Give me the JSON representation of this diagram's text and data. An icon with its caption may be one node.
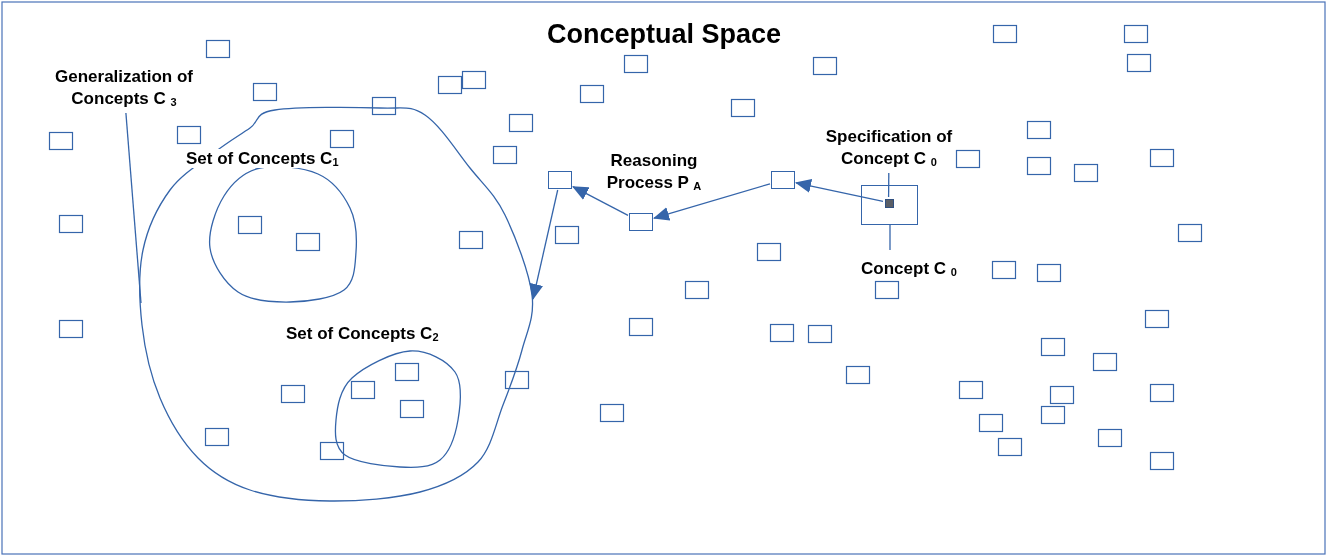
{
  "diagram": {
    "title": "Conceptual Space",
    "nodes": [
      {
        "text": [],
        "shape": "cloud"
      },
      {
        "text": [
          "Set of Concepts C$_{1}$"
        ],
        "in": 0
      },
      {
        "text": [
          "Set of Concepts C$_{2}$"
        ],
        "in": 0
      },
      {
        "text": [
          "Generalization of Concepts C $_{3}$"
        ]
      },
      {
        "text": [],
        "shape": "box"
      },
      {
        "text": [],
        "shape": "box",
        "in": 4
      },
      {
        "text": [
          "Specification of Concept C $_{0}$"
        ]
      },
      {
        "text": [
          "Concept C $_{0}$"
        ]
      },
      {
        "text": [],
        "shape": "box"
      },
      {
        "text": [],
        "shape": "box"
      },
      {
        "text": [],
        "shape": "box"
      }
    ],
    "edges": [
      {
        "from": 3,
        "to": 0,
        "arrow": "none"
      },
      {
        "from": 6,
        "to": 5,
        "arrow": "none"
      },
      {
        "from": 7,
        "to": 4,
        "arrow": "none"
      },
      {
        "from": 5,
        "to": 8,
        "arrow": "to"
      },
      {
        "from": 8,
        "to": 9,
        "arrow": "to"
      },
      {
        "from": 9,
        "to": 10,
        "arrow": "to"
      },
      {
        "from": 10,
        "to": 0,
        "arrow": "to"
      }
    ],
    "labels": [
      "Reasoning Process P $_{A}$"
    ]
  }
}
